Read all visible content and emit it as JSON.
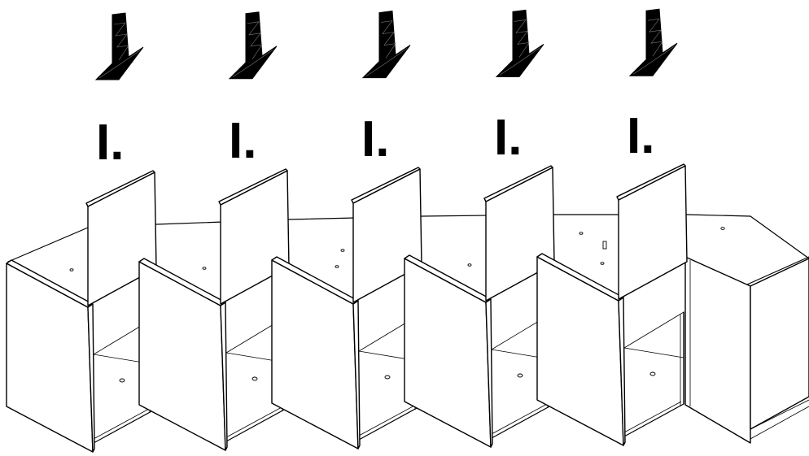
{
  "steps": [
    {
      "label": "I."
    },
    {
      "label": "I."
    },
    {
      "label": "I."
    },
    {
      "label": "I."
    },
    {
      "label": "I."
    }
  ],
  "icons": {
    "arrow": "arrow-down-icon",
    "cabinet": "cabinet-module",
    "shelf": "shelf-panel",
    "dowel": "dowel-icon",
    "hole": "drill-hole-icon"
  },
  "colors": {
    "ink": "#000000",
    "paper": "#ffffff"
  }
}
